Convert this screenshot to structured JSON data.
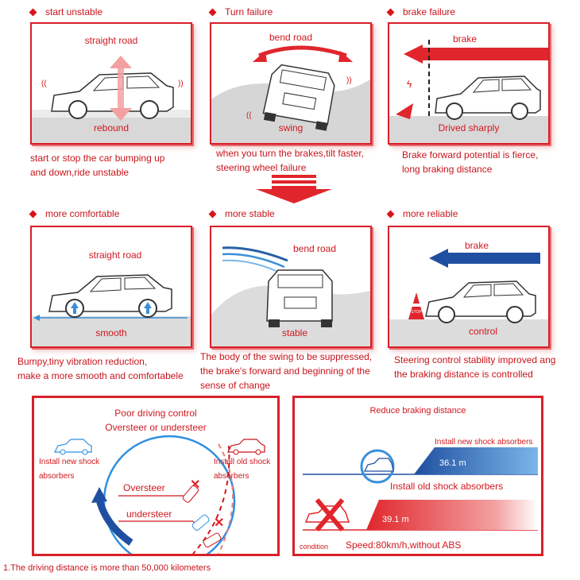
{
  "row1": {
    "headers": [
      "start unstable",
      "Turn failure",
      "brake failure"
    ],
    "panel1": {
      "top": "straight road",
      "bottom": "rebound"
    },
    "panel2": {
      "top": "bend road",
      "bottom": "swing"
    },
    "panel3": {
      "top": "brake",
      "bottom": "Drived sharply"
    },
    "desc1": [
      "start or stop the car bumping up",
      "and down,ride unstable"
    ],
    "desc2": [
      "when you turn the brakes,tilt faster,",
      "steering wheel failure"
    ],
    "desc3": [
      "Brake forward potential is fierce,",
      "long braking distance"
    ]
  },
  "row2": {
    "headers": [
      "more comfortable",
      "more stable",
      "more reliable"
    ],
    "panel1": {
      "top": "straight road",
      "bottom": "smooth"
    },
    "panel2": {
      "top": "bend road",
      "bottom": "stable"
    },
    "panel3": {
      "top": "brake",
      "bottom": "control",
      "sign": "STOP"
    },
    "desc1": [
      "Bumpy,tiny vibration reduction,",
      "make a more smooth and comfortabele"
    ],
    "desc2": [
      "The body of the swing to be suppressed,",
      "the brake's forward and beginning of the",
      "sense of change"
    ],
    "desc3": [
      "Steering control stability improved ang",
      "the braking distance is controlled"
    ]
  },
  "bottom_left": {
    "title1": "Poor driving control",
    "title2": "Oversteer or understeer",
    "install_new": [
      "Install new shock",
      "absorbers"
    ],
    "install_old": [
      "Install old shock",
      "absorbers"
    ],
    "oversteer": "Oversteer",
    "understeer": "understeer"
  },
  "bottom_right": {
    "title": "Reduce braking distance",
    "new_label": "Install new shock absorbers",
    "new_value": "36.1 m",
    "old_label": "Install old shock absorbers",
    "old_value": "39.1 m",
    "condition": "condition",
    "speed": "Speed:80km/h,without ABS"
  },
  "footnote": "1.The driving distance is more than 50,000 kilometers"
}
